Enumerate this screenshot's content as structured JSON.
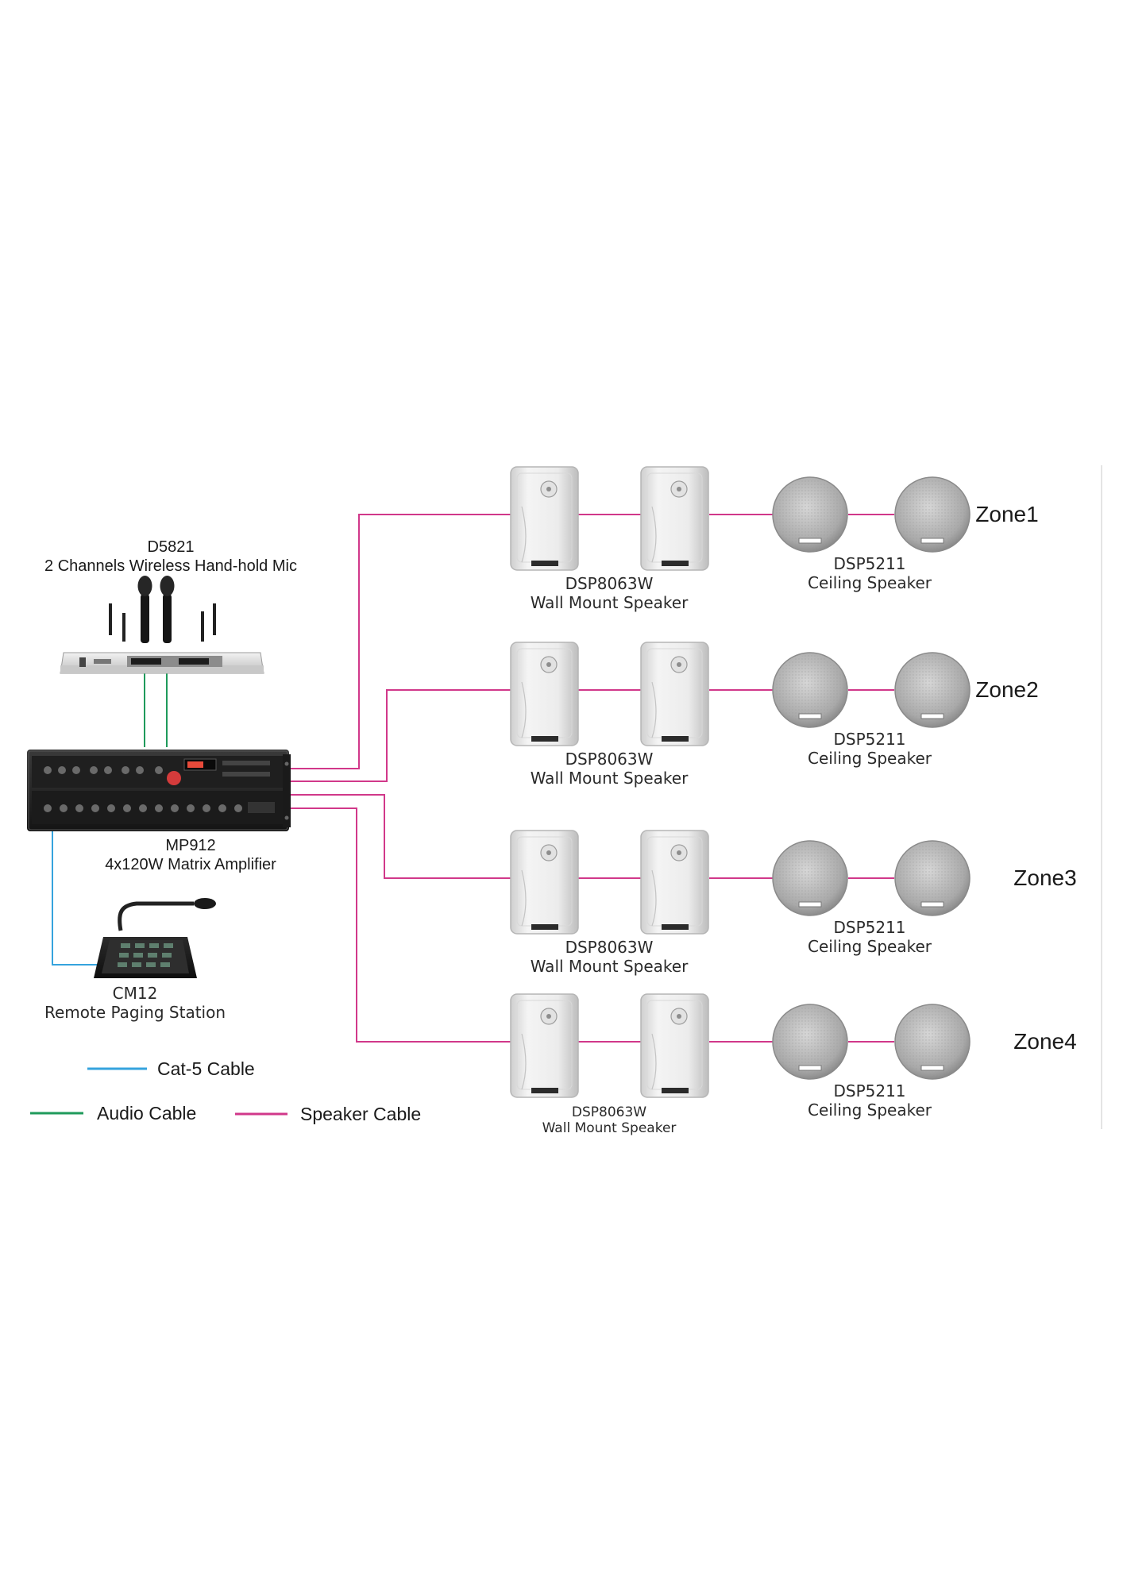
{
  "colors": {
    "cat5_cable": "#35a3dd",
    "audio_cable": "#1f9a5b",
    "speaker_cable": "#d1388a"
  },
  "devices": {
    "mic": {
      "model": "D5821",
      "description": "2 Channels Wireless Hand-hold Mic"
    },
    "amplifier": {
      "model": "MP912",
      "description": "4x120W Matrix Amplifier"
    },
    "paging": {
      "model": "CM12",
      "description": "Remote Paging Station"
    }
  },
  "zones": [
    {
      "name": "Zone1",
      "wall_model": "DSP8063W",
      "wall_desc": "Wall Mount Speaker",
      "ceiling_model": "DSP5211",
      "ceiling_desc": "Ceiling Speaker"
    },
    {
      "name": "Zone2",
      "wall_model": "DSP8063W",
      "wall_desc": "Wall Mount Speaker",
      "ceiling_model": "DSP5211",
      "ceiling_desc": "Ceiling Speaker"
    },
    {
      "name": "Zone3",
      "wall_model": "DSP8063W",
      "wall_desc": "Wall Mount Speaker",
      "ceiling_model": "DSP5211",
      "ceiling_desc": "Ceiling Speaker"
    },
    {
      "name": "Zone4",
      "wall_model": "DSP8063W",
      "wall_desc": "Wall Mount Speaker",
      "ceiling_model": "DSP5211",
      "ceiling_desc": "Ceiling Speaker"
    }
  ],
  "legend": {
    "cat5": "Cat-5 Cable",
    "audio": "Audio Cable",
    "speaker": "Speaker Cable"
  }
}
